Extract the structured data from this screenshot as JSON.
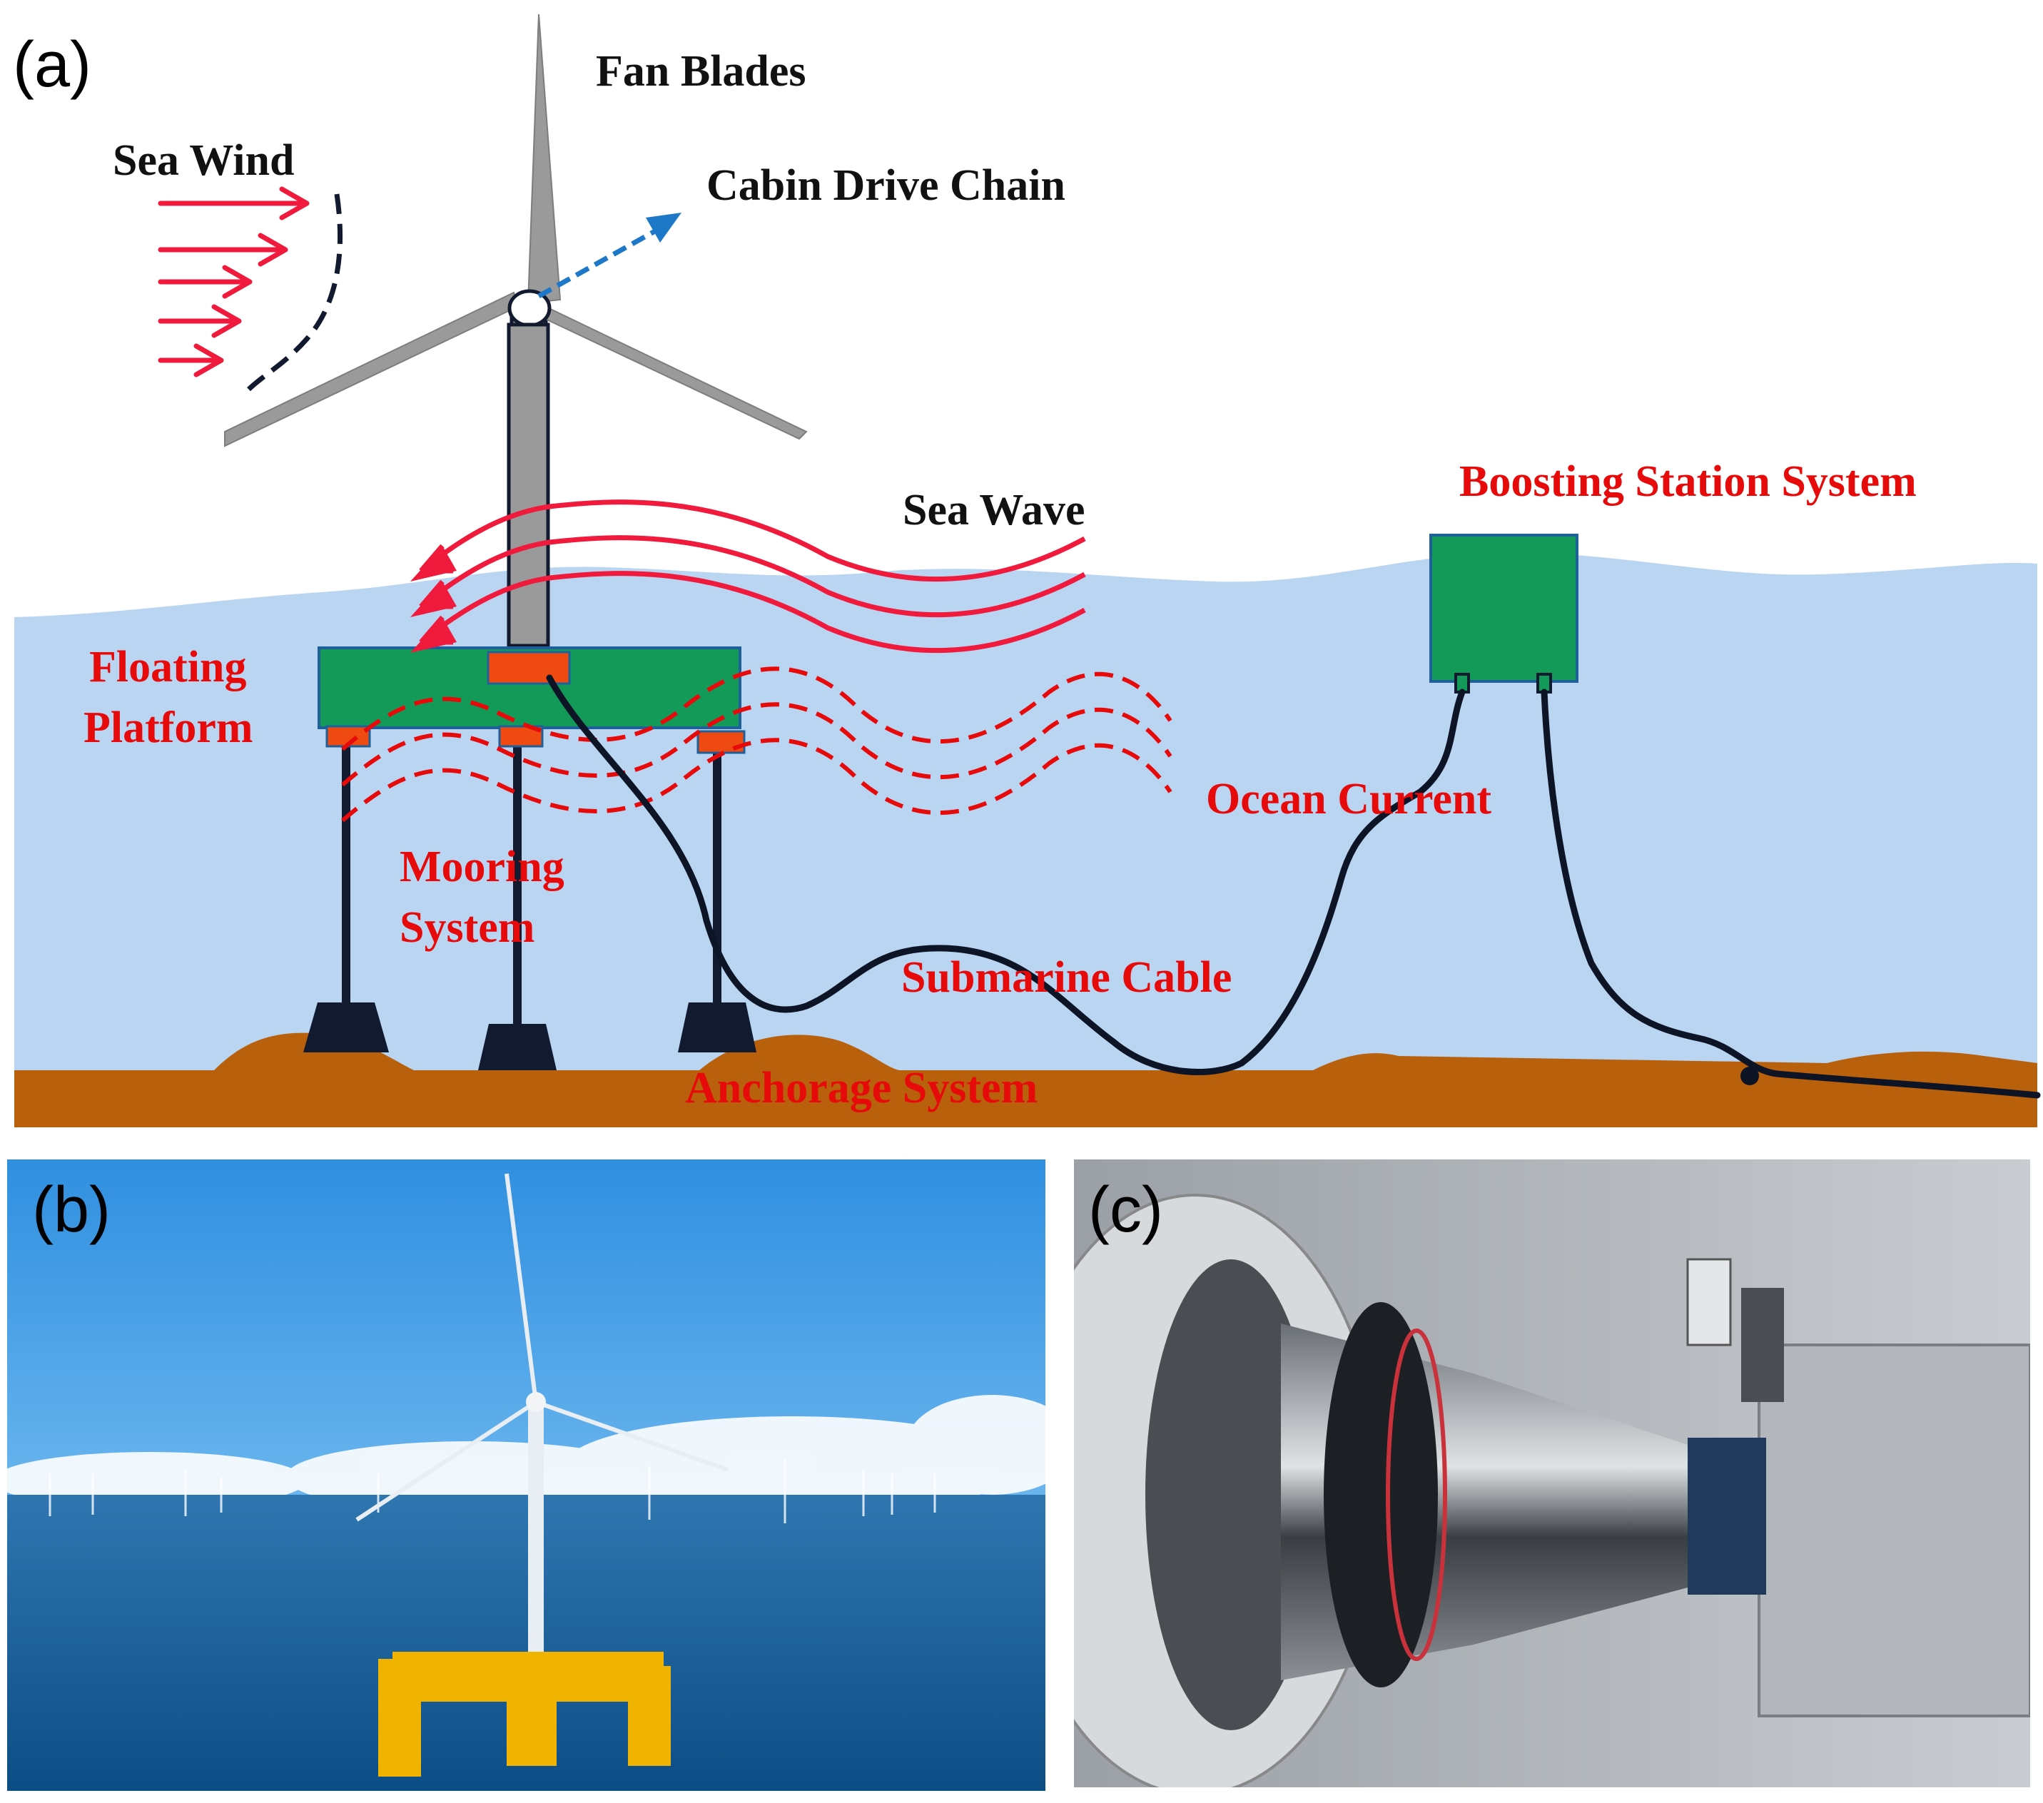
{
  "panels": {
    "a": {
      "label": "(a)",
      "labels": {
        "fan_blades": "Fan Blades",
        "sea_wind": "Sea Wind",
        "cabin_drive_chain": "Cabin Drive Chain",
        "sea_wave": "Sea Wave",
        "boosting_station": "Boosting Station System",
        "floating_platform_1": "Floating",
        "floating_platform_2": "Platform",
        "ocean_current": "Ocean Current",
        "mooring_1": "Mooring",
        "mooring_2": "System",
        "submarine_cable": "Submarine Cable",
        "anchorage": "Anchorage System"
      }
    },
    "b": {
      "label": "(b)"
    },
    "c": {
      "label": "(c)"
    }
  },
  "colors": {
    "sea": "#b9d5f2",
    "seabed": "#b8600c",
    "platform": "#139a59",
    "connector": "#f04a13",
    "label_red": "#e60a0a",
    "wind_red": "#ef1a3c",
    "tower": "#9a9a9a",
    "cable": "#0d1426",
    "arrow_blue": "#1e78c8"
  }
}
